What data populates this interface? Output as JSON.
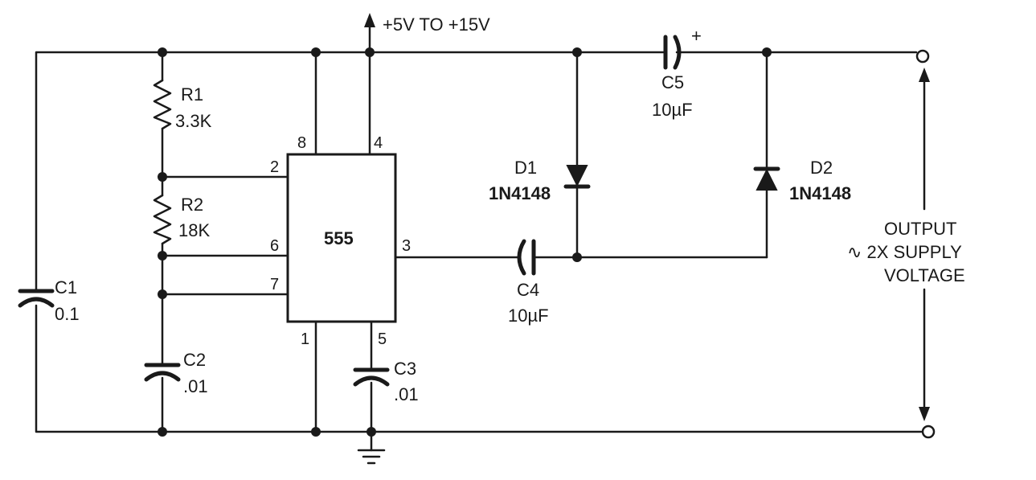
{
  "supply": {
    "label": "+5V TO +15V"
  },
  "ic": {
    "label": "555",
    "pins": {
      "p1": "1",
      "p2": "2",
      "p3": "3",
      "p4": "4",
      "p5": "5",
      "p6": "6",
      "p7": "7",
      "p8": "8"
    }
  },
  "components": {
    "r1": {
      "ref": "R1",
      "value": "3.3K"
    },
    "r2": {
      "ref": "R2",
      "value": "18K"
    },
    "c1": {
      "ref": "C1",
      "value": "0.1"
    },
    "c2": {
      "ref": "C2",
      "value": ".01"
    },
    "c3": {
      "ref": "C3",
      "value": ".01"
    },
    "c4": {
      "ref": "C4",
      "value": "10µF"
    },
    "c5": {
      "ref": "C5",
      "value": "10µF",
      "polarity": "+"
    },
    "d1": {
      "ref": "D1",
      "value": "1N4148"
    },
    "d2": {
      "ref": "D2",
      "value": "1N4148"
    }
  },
  "output": {
    "line1": "OUTPUT",
    "line2": "∿ 2X SUPPLY",
    "line3": "VOLTAGE"
  }
}
